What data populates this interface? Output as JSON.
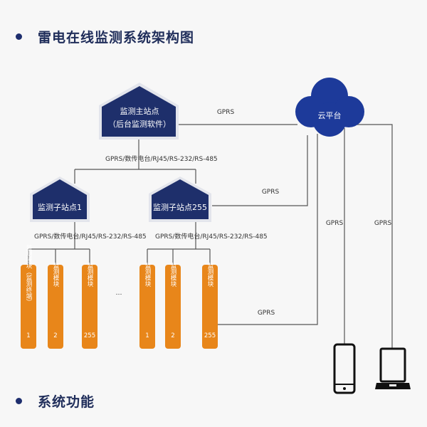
{
  "headings": {
    "architecture": "雷电在线监测系统架构图",
    "functions": "系统功能"
  },
  "master_station": {
    "line1": "监测主站点",
    "line2": "（后台监测软件）"
  },
  "sub_station_1": "监测子站点1",
  "sub_station_255": "监测子站点255",
  "cloud": "云平台",
  "links": {
    "master_to_subs": "GPRS/数传电台/RJ45/RS-232/RS-485",
    "sub1_to_modules": "GPRS/数传电台/RJ45/RS-232/RS-485",
    "sub255_to_modules": "GPRS/数传电台/RJ45/RS-232/RS-485",
    "master_cloud": "GPRS",
    "sub255_cloud": "GPRS",
    "module_cloud": "GPRS",
    "cloud_phone": "GPRS",
    "cloud_laptop": "GPRS"
  },
  "ellipsis": "…",
  "modules_group1": [
    {
      "text": "监测模块（监测终端）",
      "num": "1"
    },
    {
      "text": "监测模块",
      "num": "2"
    },
    {
      "text": "监测模块",
      "num": "255"
    }
  ],
  "modules_group2": [
    {
      "text": "监测模块",
      "num": "1"
    },
    {
      "text": "监测模块",
      "num": "2"
    },
    {
      "text": "监测模块",
      "num": "255"
    }
  ],
  "colors": {
    "navy": "#1e2f6b",
    "orange": "#e8861a",
    "cloud": "#1d3a9a"
  },
  "icons": [
    "phone-icon",
    "laptop-icon",
    "cloud-icon"
  ]
}
